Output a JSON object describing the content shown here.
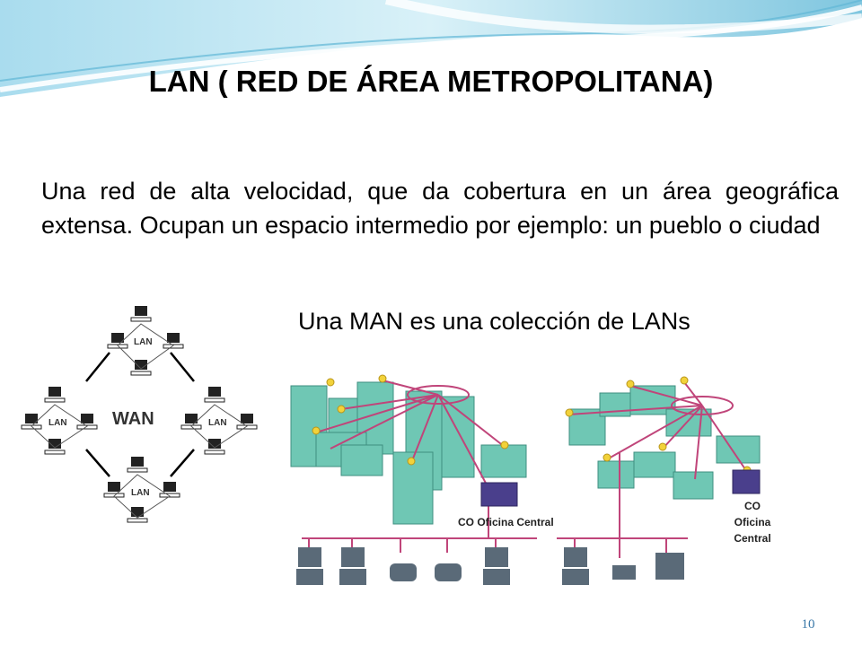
{
  "slide": {
    "title": "LAN ( RED DE ÁREA METROPOLITANA)",
    "paragraph": "Una red de alta velocidad, que da cobertura en un área geográfica extensa. Ocupan un espacio intermedio por ejemplo: un pueblo o ciudad",
    "caption": "Una MAN es una colección de LANs",
    "page_number": "10"
  },
  "wan_diagram": {
    "center_label": "WAN",
    "lan_labels": [
      "LAN",
      "LAN",
      "LAN",
      "LAN"
    ]
  },
  "man_diagram": {
    "central_office_left": "CO Oficina Central",
    "central_office_right_lines": [
      "CO",
      "Oficina",
      "Central"
    ]
  },
  "colors": {
    "wave_light": "#bfe6f2",
    "wave_mid": "#7cc8e0",
    "building": "#6fc7b4",
    "link": "#c0457a",
    "node": "#f2d23a",
    "central_office": "#4a3f8c",
    "page_number": "#3a78a8"
  }
}
